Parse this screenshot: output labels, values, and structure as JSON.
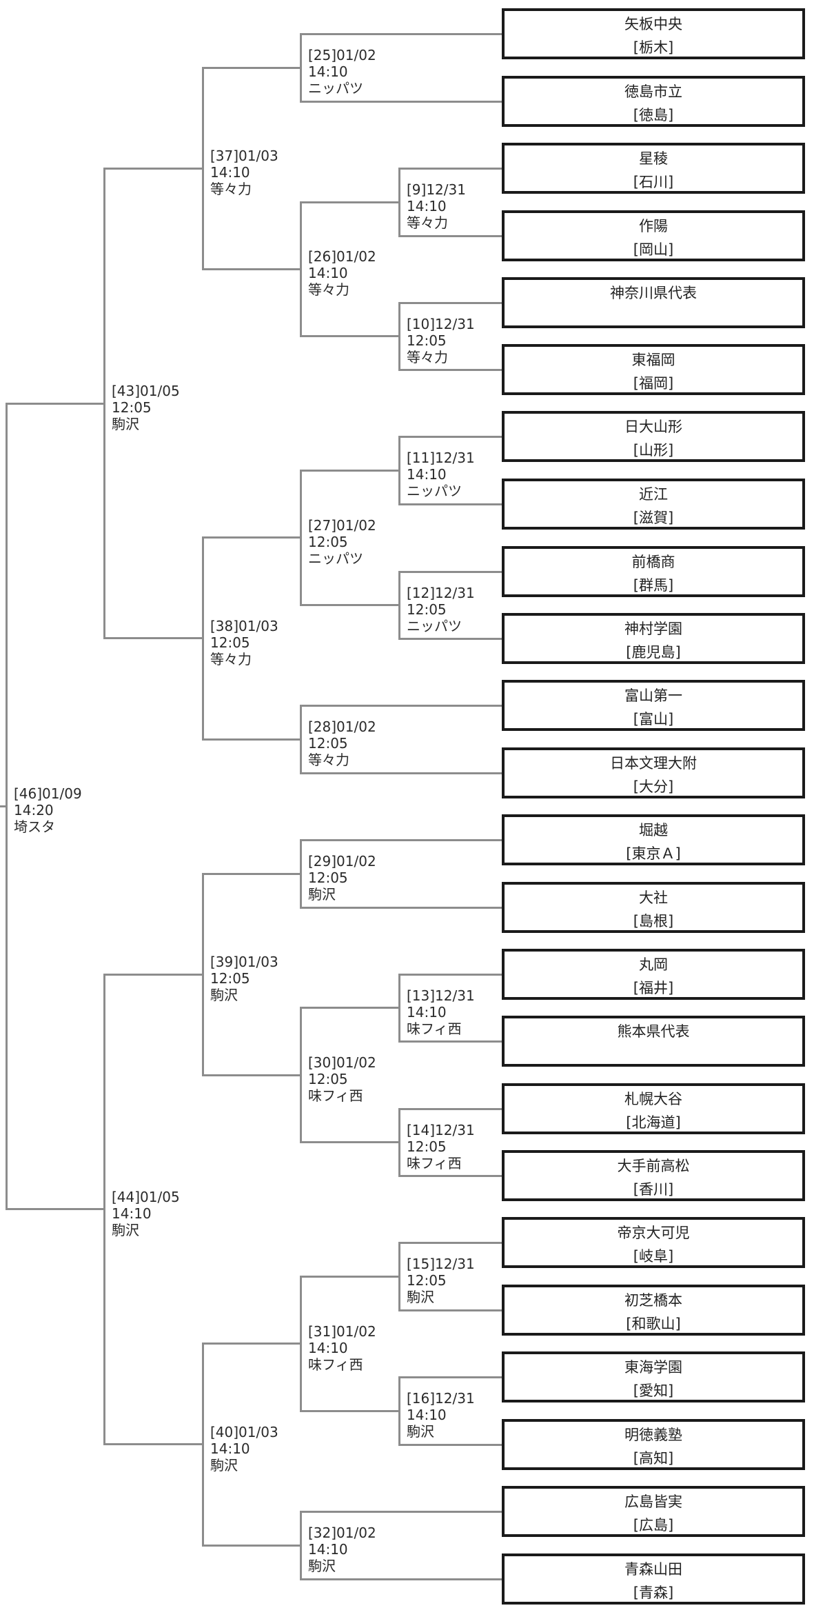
{
  "teams": [
    {
      "name": "矢板中央",
      "pref": "[栃木]"
    },
    {
      "name": "徳島市立",
      "pref": "[徳島]"
    },
    {
      "name": "星稜",
      "pref": "[石川]"
    },
    {
      "name": "作陽",
      "pref": "[岡山]"
    },
    {
      "name": "神奈川県代表",
      "pref": ""
    },
    {
      "name": "東福岡",
      "pref": "[福岡]"
    },
    {
      "name": "日大山形",
      "pref": "[山形]"
    },
    {
      "name": "近江",
      "pref": "[滋賀]"
    },
    {
      "name": "前橋商",
      "pref": "[群馬]"
    },
    {
      "name": "神村学園",
      "pref": "[鹿児島]"
    },
    {
      "name": "富山第一",
      "pref": "[富山]"
    },
    {
      "name": "日本文理大附",
      "pref": "[大分]"
    },
    {
      "name": "堀越",
      "pref": "[東京Ａ]"
    },
    {
      "name": "大社",
      "pref": "[島根]"
    },
    {
      "name": "丸岡",
      "pref": "[福井]"
    },
    {
      "name": "熊本県代表",
      "pref": ""
    },
    {
      "name": "札幌大谷",
      "pref": "[北海道]"
    },
    {
      "name": "大手前高松",
      "pref": "[香川]"
    },
    {
      "name": "帝京大可児",
      "pref": "[岐阜]"
    },
    {
      "name": "初芝橋本",
      "pref": "[和歌山]"
    },
    {
      "name": "東海学園",
      "pref": "[愛知]"
    },
    {
      "name": "明徳義塾",
      "pref": "[高知]"
    },
    {
      "name": "広島皆実",
      "pref": "[広島]"
    },
    {
      "name": "青森山田",
      "pref": "[青森]"
    }
  ],
  "matches": [
    {
      "id": "[9]12/31",
      "time": "14:10",
      "venue": "等々力"
    },
    {
      "id": "[10]12/31",
      "time": "12:05",
      "venue": "等々力"
    },
    {
      "id": "[11]12/31",
      "time": "14:10",
      "venue": "ニッパツ"
    },
    {
      "id": "[12]12/31",
      "time": "12:05",
      "venue": "ニッパツ"
    },
    {
      "id": "[13]12/31",
      "time": "14:10",
      "venue": "味フィ西"
    },
    {
      "id": "[14]12/31",
      "time": "12:05",
      "venue": "味フィ西"
    },
    {
      "id": "[15]12/31",
      "time": "12:05",
      "venue": "駒沢"
    },
    {
      "id": "[16]12/31",
      "time": "14:10",
      "venue": "駒沢"
    },
    {
      "id": "[25]01/02",
      "time": "14:10",
      "venue": "ニッパツ"
    },
    {
      "id": "[26]01/02",
      "time": "14:10",
      "venue": "等々力"
    },
    {
      "id": "[27]01/02",
      "time": "12:05",
      "venue": "ニッパツ"
    },
    {
      "id": "[28]01/02",
      "time": "12:05",
      "venue": "等々力"
    },
    {
      "id": "[29]01/02",
      "time": "12:05",
      "venue": "駒沢"
    },
    {
      "id": "[30]01/02",
      "time": "12:05",
      "venue": "味フィ西"
    },
    {
      "id": "[31]01/02",
      "time": "14:10",
      "venue": "味フィ西"
    },
    {
      "id": "[32]01/02",
      "time": "14:10",
      "venue": "駒沢"
    },
    {
      "id": "[37]01/03",
      "time": "14:10",
      "venue": "等々力"
    },
    {
      "id": "[38]01/03",
      "time": "12:05",
      "venue": "等々力"
    },
    {
      "id": "[39]01/03",
      "time": "12:05",
      "venue": "駒沢"
    },
    {
      "id": "[40]01/03",
      "time": "14:10",
      "venue": "駒沢"
    },
    {
      "id": "[43]01/05",
      "time": "12:05",
      "venue": "駒沢"
    },
    {
      "id": "[44]01/05",
      "time": "14:10",
      "venue": "駒沢"
    },
    {
      "id": "[46]01/09",
      "time": "14:20",
      "venue": "埼スタ"
    }
  ]
}
